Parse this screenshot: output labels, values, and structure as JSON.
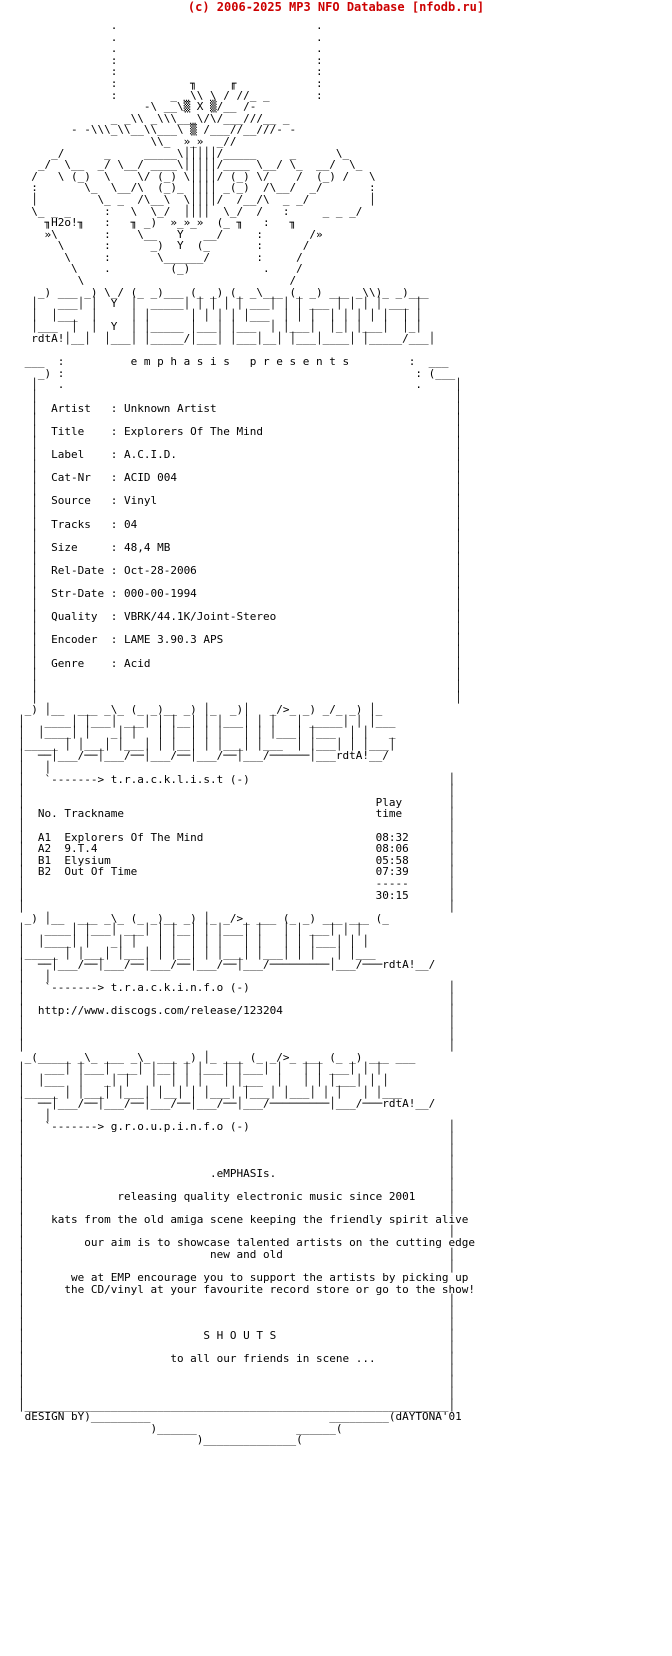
{
  "header": {
    "text": "(c) 2006-2025 MP3 NFO Database [nfodb.ru]"
  },
  "nfo": {
    "lines": [
      "              .                              .",
      "              .                              .",
      "              .                              .",
      "              :                              :",
      "              :                              :",
      "              :           ╖     ╓            :",
      "              :        _ _\\\\ \\ / //_ _       :",
      "                   -\\ __\\▒ X ▒/__ /-",
      "              _ _\\\\ _\\\\\\___\\/\\/___///__ _",
      "        - -\\\\\\_\\\\__\\\\___\\ ▒ /___//__///- -",
      "                    \\\\_  »_»  _//",
      "     _/      _     _____\\│││││/_____     _      \\_",
      "   _/  \\__  _/ \\__/ ____\\│││││/____ \\__/ \\_  __/  \\_",
      "  /   \\ (_)  \\    \\/ (_) \\││││/ (_) \\/    /  (_) /   \\",
      "  :       \\_  \\__/\\  (_)_ ││││ _(_)  /\\__/  _/       :",
      "  │         \\_ _  /\\__\\  \\││││/  /__/\\  _ _/         │",
      "  \\_ _ _     :   \\  \\_/  ││││  \\_/  /   :     _ _ _/",
      "    ╖H2o!╖   :   ╖ _)  »_»_»  (_ ╖   :   ╖",
      "    »\\       :    \\__   Y   __/     :       /»",
      "      \\      :      _)  Y  (_       :      /",
      "       \\     :       \\______/       :     /",
      "        \\    .         (_)           .    /",
      "         \\                               /",
      "   _) ___ _) \\_/ (_ _)___ (_ _) (_ _\\___ (_ _) ___ _\\\\)_ _)___",
      "  │   ___│ │  Y  │  _____│ │ │ │ │ ___│ │ │ ___ │ │ │ │ ___ │",
      "  │  │___  │     │ │      │ │ │ │ │___  │ │ │  │ │ │ │ │  │ │",
      "  │___  │  │  Y  │ │_____ │___│ │___  │ │___│  │_│ │___│  │_│",
      "  rdtA!│__│  │___│ │_____/│___│ │___│__│ │___│____│ │_____/___│",
      "",
      " ___  :          e m p h a s i s   p r e s e n t s         :  ___",
      "   _) :                                                     : (___",
      "  │   .                                                     .     │",
      "  │                                                               │",
      "  │  Artist   : Unknown Artist                                    │",
      "  │                                                               │",
      "  │  Title    : Explorers Of The Mind                             │",
      "  │                                                               │",
      "  │  Label    : A.C.I.D.                                          │",
      "  │                                                               │",
      "  │  Cat-Nr   : ACID 004                                          │",
      "  │                                                               │",
      "  │  Source   : Vinyl                                             │",
      "  │                                                               │",
      "  │  Tracks   : 04                                                │",
      "  │                                                               │",
      "  │  Size     : 48,4 MB                                           │",
      "  │                                                               │",
      "  │  Rel-Date : Oct-28-2006                                       │",
      "  │                                                               │",
      "  │  Str-Date : 000-00-1994                                       │",
      "  │                                                               │",
      "  │  Quality  : VBRK/44.1K/Joint-Stereo                           │",
      "  │                                                               │",
      "  │  Encoder  : LAME 3.90.3 APS                                   │",
      "  │                                                               │",
      "  │  Genre    : Acid                                              │",
      "  │                                                               │",
      "  │                                                               │",
      "  │                                                               │",
      " _) │__  ___ _\\_ (_ _)__ _) │_  _)│   _/>_ _) _/_ _) │_",
      "│   ____│ │___│ ___│ │ │__│ │ │___│ │ │   │ _____│ │ │___",
      "│  │____│ │   _│ │   │ │  │ │ │   │ │ │___│ │___  │ │   _",
      "│_____ │ │___│ │___│ │ │__│ │ │___│ │___  │ │___│ │ │___│",
      "│  ──│___/──│___/──│___/──│___/──│___/──────│___rdtA!__/",
      "│   │",
      "│   `-------> t.r.a.c.k.l.i.s.t (-)                              │",
      "│                                                                │",
      "│                                                     Play       │",
      "│  No. Trackname                                      time       │",
      "│                                                                │",
      "│  A1  Explorers Of The Mind                          08:32      │",
      "│  A2  9.T.4                                          08:06      │",
      "│  B1  Elysium                                        05:58      │",
      "│  B2  Out Of Time                                    07:39      │",
      "│                                                     -----      │",
      "│                                                     30:15      │",
      "│                                                                │",
      " _) │__  ___ _\\_ (_ _)__ _) │_ _/>_ ___ (_ _) ___ ___ (_",
      "│   ____│ │___│ ___│ │ │__│ │ │___│ │   │ │ ___│ │ │",
      "│  │____│ │   _│ │   │ │  │ │ │   │ │   │ │ │___│ │ │",
      "│_____ │ │___│ │___│ │ │__│ │ │___│ │___│ │ │   │ │___",
      "│  ──│___/──│___/──│___/──│___/──│___/─────────│___/───rdtA!__/",
      "│   │",
      "│   `-------> t.r.a.c.k.i.n.f.o (-)                              │",
      "│                                                                │",
      "│  http://www.discogs.com/release/123204                         │",
      "│                                                                │",
      "│                                                                │",
      "│                                                                │",
      " _(_____ _\\_ ___ _\\_ ___ _) │_ ___ (_ _/>_ ___ (_ _) ___ ___",
      "│   ___│ │___│ ___│ │__│ │ │___│ │___│ │   │ │ ___│ │ │",
      "│  │___  │   _│ │   │  │ │ │   │ │___  │   │ │ │___│ │ │",
      "│_____ │ │___│ │___│ │__│ │ │___│ │___│ │___│ │ │   │ │___",
      "│  ──│___/──│___/──│___/──│___/──│___/─────────│___/───rdtA!__/",
      "│   │",
      "│   `-------> g.r.o.u.p.i.n.f.o (-)                              │",
      "│                                                                │",
      "│                                                                │",
      "│                                                                │",
      "│                            .eMPHASIs.                          │",
      "│                                                                │",
      "│              releasing quality electronic music since 2001     │",
      "│                                                                │",
      "│    kats from the old amiga scene keeping the friendly spirit alive",
      "│                                                                │",
      "│         our aim is to showcase talented artists on the cutting edge",
      "│                            new and old                         │",
      "│                                                                │",
      "│       we at EMP encourage you to support the artists by picking up",
      "│      the CD/vinyl at your favourite record store or go to the show!",
      "│                                                                │",
      "│                                                                │",
      "│                                                                │",
      "│                           S H O U T S                          │",
      "│                                                                │",
      "│                      to all our friends in scene ...           │",
      "│                                                                │",
      "│                                                                │",
      "│                                                                │",
      "│________________________________________________________________│",
      " dESIGN bY)_________                           _________(dAYTONA'01",
      "                    )______               ______(",
      "                           )______________("
    ]
  }
}
